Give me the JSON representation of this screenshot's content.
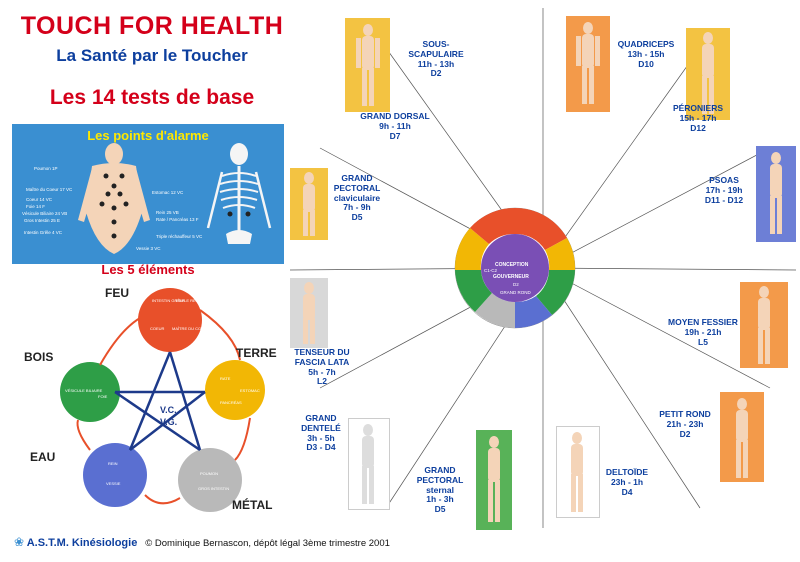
{
  "header": {
    "title": "TOUCH FOR HEALTH",
    "subtitle": "La Santé par le Toucher",
    "subtitle2": "Les 14 tests de base"
  },
  "alarm": {
    "title": "Les points d'alarme",
    "labels": [
      "Poumon 1P",
      "Maître du Coeur 17 VC",
      "Coeur 14 VC",
      "Foie 14 F",
      "Vésicule Biliaire 24 VB",
      "Gros Intestin 25 E",
      "Intestin Grêle 4 VC",
      "Vessie 3 VC",
      "Estomac 12 VC",
      "Rein 25 VB",
      "Rate / Pancréas 13 F",
      "Triple réchauffeur 5 VC"
    ]
  },
  "elements": {
    "title": "Les 5 éléments",
    "feu": "FEU",
    "terre": "TERRE",
    "metal": "MÉTAL",
    "eau": "EAU",
    "bois": "BOIS",
    "center1": "V.C.",
    "center2": "V.G.",
    "organs": [
      "INTESTIN GRÊLE",
      "TRIPLE RÉCHAUFFEUR",
      "COEUR",
      "MAÎTRE DU COEUR",
      "RATE",
      "ESTOMAC",
      "PANCRÉAS",
      "POUMON",
      "GROS INTESTIN",
      "REIN",
      "VESSIE",
      "FOIE",
      "VÉSICULE BILIAIRE"
    ]
  },
  "wheel": {
    "center_top": "CONCEPTION",
    "center_bottom": "GOUVERNEUR",
    "center_left": "C1-C2",
    "center_mid": "D2",
    "center_label": "GRAND ROND"
  },
  "muscles": [
    {
      "name": "SOUS-SCAPULAIRE",
      "time": "11h - 13h",
      "vert": "D2"
    },
    {
      "name": "QUADRICEPS",
      "time": "13h - 15h",
      "vert": "D10"
    },
    {
      "name": "PÉRONIERS",
      "time": "15h - 17h",
      "vert": "D12"
    },
    {
      "name": "PSOAS",
      "time": "17h - 19h",
      "vert": "D11 - D12"
    },
    {
      "name": "MOYEN FESSIER",
      "time": "19h - 21h",
      "vert": "L5"
    },
    {
      "name": "PETIT ROND",
      "time": "21h - 23h",
      "vert": "D2"
    },
    {
      "name": "DELTOÏDE",
      "time": "23h - 1h",
      "vert": "D4"
    },
    {
      "name": "GRAND PECTORAL sternal",
      "time": "1h - 3h",
      "vert": "D5"
    },
    {
      "name": "GRAND DENTELÉ",
      "time": "3h - 5h",
      "vert": "D3 - D4"
    },
    {
      "name": "TENSEUR DU FASCIA LATA",
      "time": "5h - 7h",
      "vert": "L2"
    },
    {
      "name": "GRAND PECTORAL claviculaire",
      "time": "7h - 9h",
      "vert": "D5"
    },
    {
      "name": "GRAND DORSAL",
      "time": "9h - 11h",
      "vert": "D7"
    }
  ],
  "footer": {
    "brand": "A.S.T.M. Kinésiologie",
    "copyright": "© Dominique Bernascon, dépôt légal 3ème trimestre 2001"
  },
  "colors": {
    "title_red": "#d4001a",
    "title_blue": "#0d3f9e",
    "alarm_bg": "#3a8fd1",
    "fire": "#e8502a",
    "earth": "#f2b705",
    "metal": "#b9b9b9",
    "water": "#5a6fd1",
    "wood": "#2e9e47",
    "wheel_purple": "#7a4fb5"
  }
}
